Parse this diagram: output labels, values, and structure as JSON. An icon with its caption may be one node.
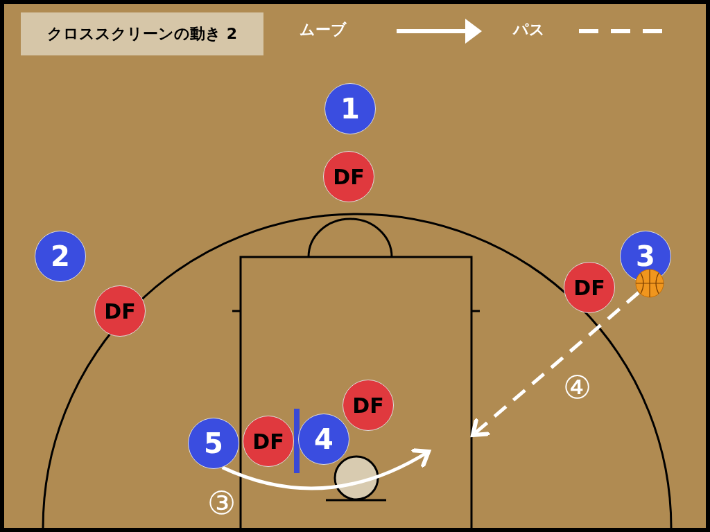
{
  "diagram": {
    "title": "クロススクリーンの動き 2",
    "nodes": [
      {
        "text": [
          "1"
        ]
      },
      {
        "text": [
          "DF"
        ]
      },
      {
        "text": [
          "2"
        ]
      },
      {
        "text": [
          "3"
        ]
      },
      {
        "text": [
          "DF"
        ]
      },
      {
        "text": [
          "DF"
        ]
      },
      {
        "text": [],
        "shape": "circle"
      },
      {
        "text": [
          "DF"
        ]
      },
      {
        "text": [
          "5"
        ]
      },
      {
        "text": [
          "DF"
        ]
      },
      {
        "text": [
          "4"
        ]
      }
    ],
    "edges": [
      {
        "from": 8,
        "to": null,
        "arrow": "to",
        "label": "③"
      },
      {
        "from": 6,
        "to": null,
        "arrow": "to",
        "style": "dashed",
        "label": "④"
      }
    ],
    "legend": [
      {
        "text": "ムーブ"
      },
      {
        "text": "パス"
      }
    ]
  }
}
